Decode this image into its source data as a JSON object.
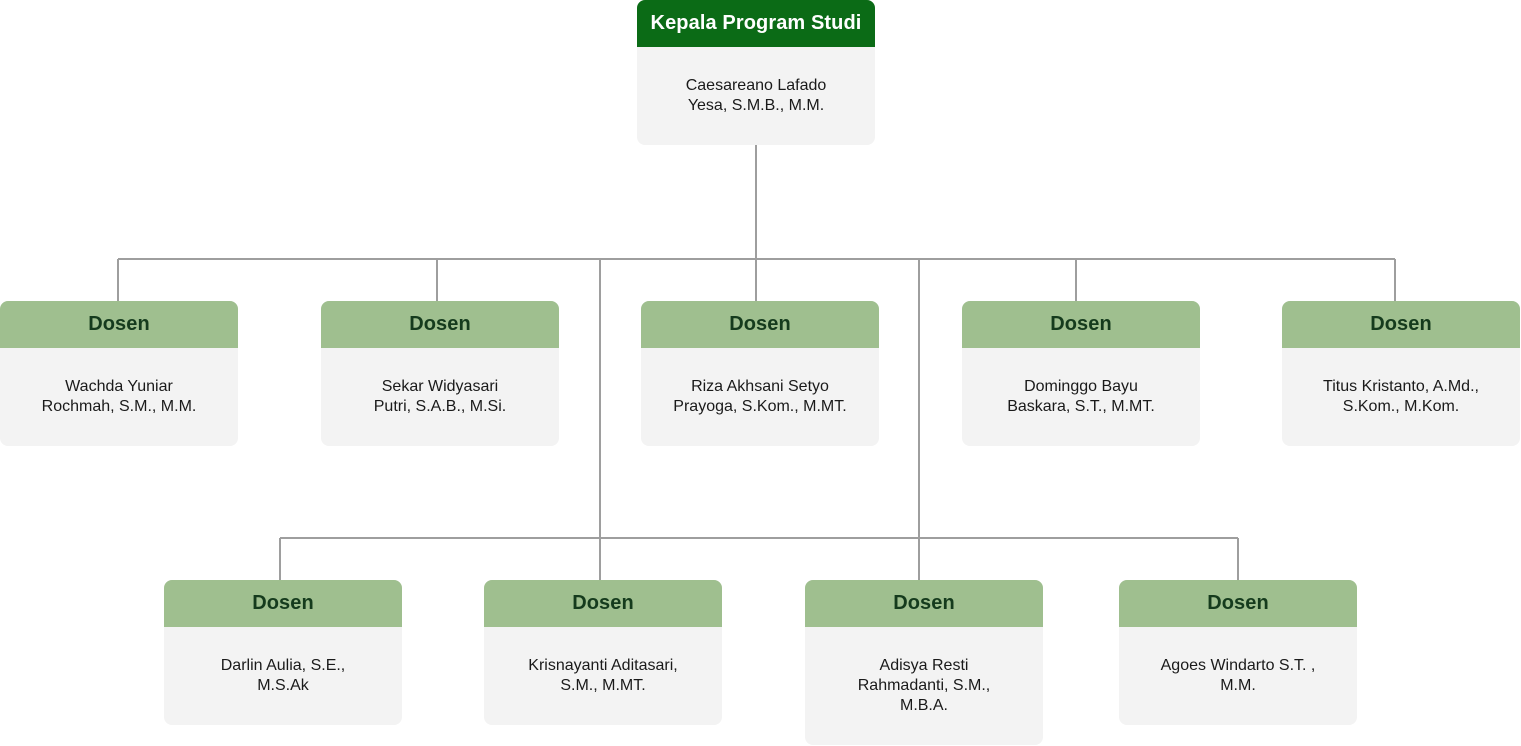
{
  "colors": {
    "head_header": "#0b6b16",
    "member_header": "#9fbf8f",
    "card_body": "#f3f3f3",
    "connector": "#9e9e9e"
  },
  "head": {
    "title": "Kepala Program Studi",
    "name_line1": "Caesareano Lafado",
    "name_line2": "Yesa, S.M.B., M.M."
  },
  "row1": [
    {
      "title": "Dosen",
      "name_line1": "Wachda Yuniar",
      "name_line2": "Rochmah, S.M., M.M."
    },
    {
      "title": "Dosen",
      "name_line1": "Sekar Widyasari",
      "name_line2": "Putri, S.A.B., M.Si."
    },
    {
      "title": "Dosen",
      "name_line1": "Riza Akhsani Setyo",
      "name_line2": "Prayoga, S.Kom., M.MT."
    },
    {
      "title": "Dosen",
      "name_line1": "Dominggo Bayu",
      "name_line2": "Baskara, S.T., M.MT."
    },
    {
      "title": "Dosen",
      "name_line1": "Titus Kristanto, A.Md.,",
      "name_line2": "S.Kom., M.Kom."
    }
  ],
  "row2": [
    {
      "title": "Dosen",
      "name_line1": "Darlin Aulia, S.E.,",
      "name_line2": "M.S.Ak"
    },
    {
      "title": "Dosen",
      "name_line1": "Krisnayanti Aditasari,",
      "name_line2": "S.M., M.MT."
    },
    {
      "title": "Dosen",
      "name_line1": "Adisya Resti",
      "name_line2": "Rahmadanti, S.M.,",
      "name_line3": "M.B.A."
    },
    {
      "title": "Dosen",
      "name_line1": "Agoes Windarto S.T. ,",
      "name_line2": "M.M."
    }
  ]
}
